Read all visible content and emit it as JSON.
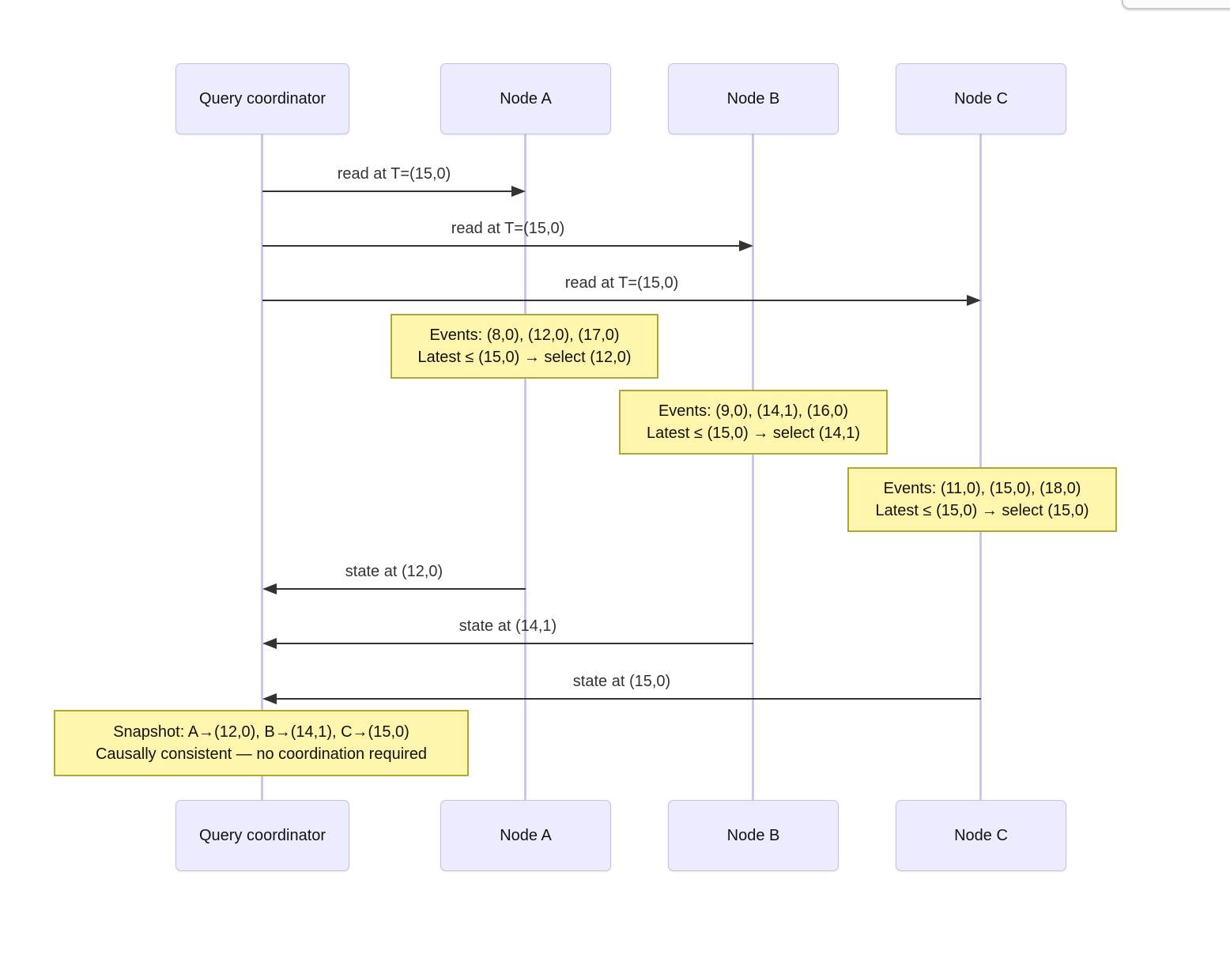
{
  "actors": [
    {
      "label": "Query coordinator"
    },
    {
      "label": "Node A"
    },
    {
      "label": "Node B"
    },
    {
      "label": "Node C"
    }
  ],
  "messages": [
    {
      "label": "read at T=(15,0)",
      "from": "Query coordinator",
      "to": "Node A",
      "direction": "right"
    },
    {
      "label": "read at T=(15,0)",
      "from": "Query coordinator",
      "to": "Node B",
      "direction": "right"
    },
    {
      "label": "read at T=(15,0)",
      "from": "Query coordinator",
      "to": "Node C",
      "direction": "right"
    },
    {
      "label": "state at (12,0)",
      "from": "Node A",
      "to": "Query coordinator",
      "direction": "left"
    },
    {
      "label": "state at (14,1)",
      "from": "Node B",
      "to": "Query coordinator",
      "direction": "left"
    },
    {
      "label": "state at (15,0)",
      "from": "Node C",
      "to": "Query coordinator",
      "direction": "left"
    }
  ],
  "notes": [
    {
      "over": "Node A",
      "line1": "Events: (8,0), (12,0), (17,0)",
      "line2": "Latest ≤ (15,0) → select (12,0)"
    },
    {
      "over": "Node B",
      "line1": "Events: (9,0), (14,1), (16,0)",
      "line2": "Latest ≤ (15,0) → select (14,1)"
    },
    {
      "over": "Node C",
      "line1": "Events: (11,0), (15,0), (18,0)",
      "line2": "Latest ≤ (15,0) → select (15,0)"
    },
    {
      "over": "Query coordinator",
      "line1": "Snapshot: A→(12,0), B→(14,1), C→(15,0)",
      "line2": "Causally consistent — no coordination required"
    }
  ],
  "colors": {
    "actor_fill": "#ECECFF",
    "actor_border": "#c6c0e8",
    "lifeline": "#cdc5ee",
    "note_fill": "#fff5ad",
    "note_border": "#aaaa33",
    "arrow": "#333333"
  }
}
